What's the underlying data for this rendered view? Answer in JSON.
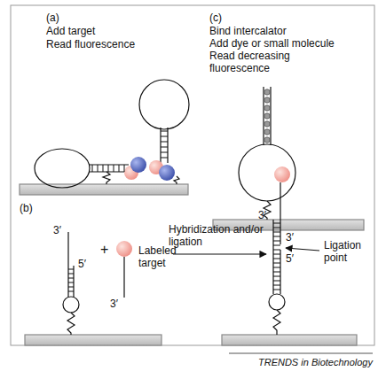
{
  "diagram": {
    "labels": [
      "(a)",
      "Add target",
      "Read fluorescence",
      "(c)",
      "Bind intercalator",
      "Add dye or small molecule",
      "Read decreasing fluorescence",
      "(b)",
      "3′",
      "5′",
      "+",
      "Labeled target",
      "3′",
      "Hybridization and/or ligation",
      "3′",
      "3′",
      "5′",
      "Ligation point",
      "TRENDS in Biotechnology"
    ]
  }
}
